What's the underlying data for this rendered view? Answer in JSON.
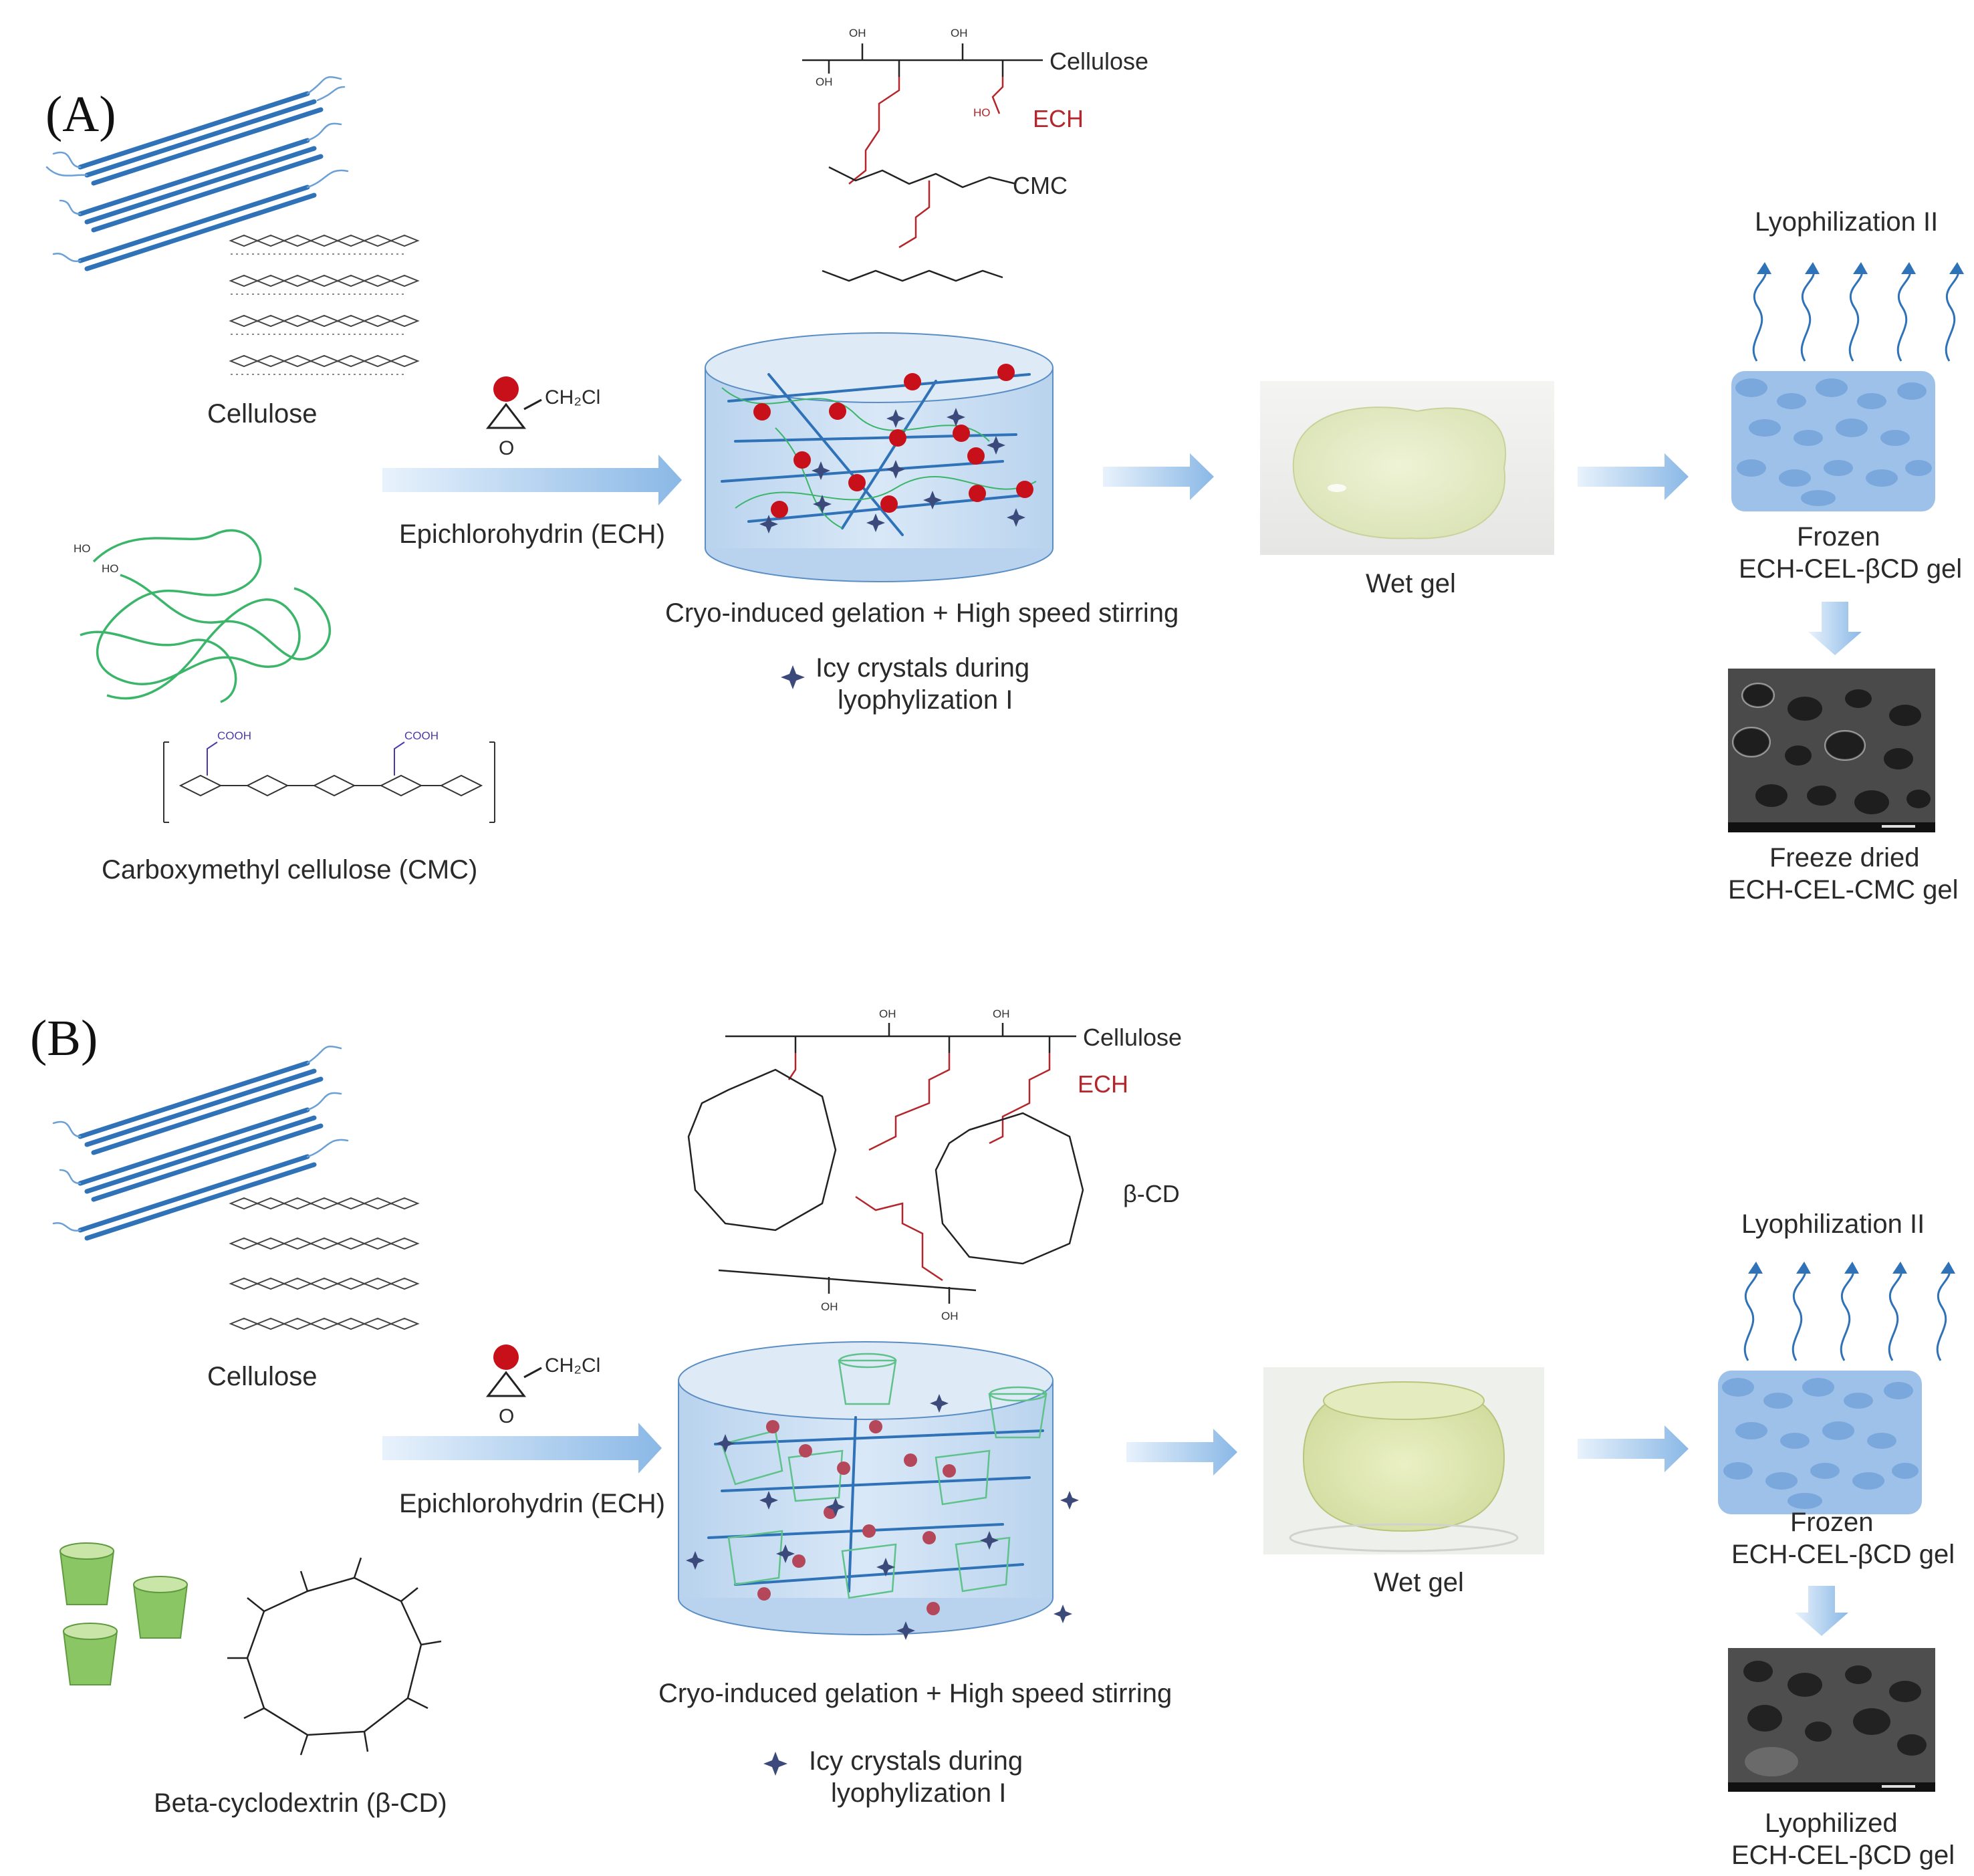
{
  "panels": [
    {
      "id": "A",
      "label": "(A)",
      "cellulose_label": "Cellulose",
      "second_polymer_label": "Carboxymethyl cellulose (CMC)",
      "reagent_formula": "CH₂Cl",
      "reagent_label": "Epichlorohydrin (ECH)",
      "scheme_labels": {
        "top": "Cellulose",
        "crosslinker": "ECH",
        "partner": "CMC"
      },
      "process_label": "Cryo-induced gelation + High speed stirring",
      "legend_line1": "Icy crystals during",
      "legend_line2": "lyophylization I",
      "wet_gel_label": "Wet gel",
      "lyophilization_label": "Lyophilization II",
      "frozen_line1": "Frozen",
      "frozen_line2": "ECH-CEL-βCD gel",
      "final_line1": "Freeze dried",
      "final_line2": "ECH-CEL-CMC gel"
    },
    {
      "id": "B",
      "label": "(B)",
      "cellulose_label": "Cellulose",
      "second_polymer_label": "Beta-cyclodextrin (β-CD)",
      "reagent_formula": "CH₂Cl",
      "reagent_label": "Epichlorohydrin (ECH)",
      "scheme_labels": {
        "top": "Cellulose",
        "crosslinker": "ECH",
        "partner": "β-CD"
      },
      "process_label": "Cryo-induced gelation + High speed stirring",
      "legend_line1": "Icy crystals during",
      "legend_line2": "lyophylization I",
      "wet_gel_label": "Wet gel",
      "lyophilization_label": "Lyophilization II",
      "frozen_line1": "Frozen",
      "frozen_line2": "ECH-CEL-βCD gel",
      "final_line1": "Lyophilized",
      "final_line2": "ECH-CEL-βCD gel"
    }
  ],
  "chem_labels": {
    "oh": "OH",
    "o": "O",
    "cooh": "COOH",
    "ho": "HO"
  },
  "colors": {
    "cellulose_fiber": "#2f72b8",
    "cmc_chain": "#3bb56a",
    "ech_red": "#b3262b",
    "ech_dot": "#c8101a",
    "gel_blue": "#cfe0f3",
    "arrow": "#9cc3ea",
    "cd_green": "#7fbf5a",
    "crystal": "#3b4a7a"
  }
}
